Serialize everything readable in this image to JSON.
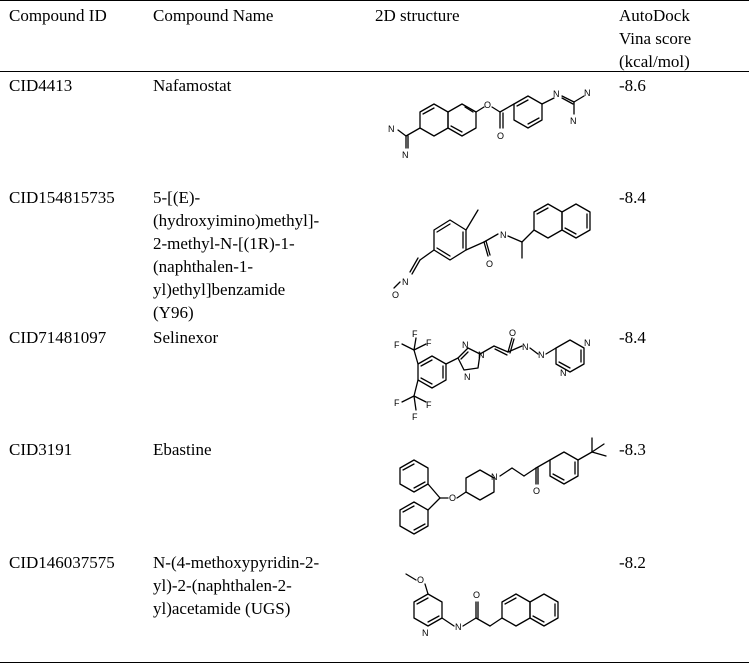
{
  "table": {
    "headers": {
      "compound_id": "Compound ID",
      "compound_name": "Compound Name",
      "structure": "2D structure",
      "score_lines": [
        "AutoDock",
        "Vina score",
        "(kcal/mol)"
      ]
    },
    "rows": [
      {
        "id": "CID4413",
        "name_lines": [
          "Nafamostat"
        ],
        "score": "-8.6",
        "structure_icon": "nafamostat-structure",
        "atom_labels": [
          "O",
          "O",
          "N",
          "N",
          "N",
          "N",
          "N"
        ]
      },
      {
        "id": "CID154815735",
        "name_lines": [
          "5-[(E)-",
          "(hydroxyimino)methyl]-",
          "2-methyl-N-[(1R)-1-",
          "(naphthalen-1-",
          "yl)ethyl]benzamide",
          "(Y96)"
        ],
        "score": "-8.4",
        "structure_icon": "y96-structure",
        "atom_labels": [
          "O",
          "N",
          "N",
          "O"
        ]
      },
      {
        "id": "CID71481097",
        "name_lines": [
          "Selinexor"
        ],
        "score": "-8.4",
        "structure_icon": "selinexor-structure",
        "atom_labels": [
          "F",
          "F",
          "F",
          "F",
          "F",
          "F",
          "N",
          "N",
          "N",
          "O",
          "N",
          "N",
          "N",
          "N"
        ]
      },
      {
        "id": "CID3191",
        "name_lines": [
          "Ebastine"
        ],
        "score": "-8.3",
        "structure_icon": "ebastine-structure",
        "atom_labels": [
          "O",
          "N",
          "O"
        ]
      },
      {
        "id": "CID146037575",
        "name_lines": [
          "N-(4-methoxypyridin-2-",
          "yl)-2-(naphthalen-2-",
          "yl)acetamide (UGS)"
        ],
        "score": "-8.2",
        "structure_icon": "ugs-structure",
        "atom_labels": [
          "O",
          "N",
          "N",
          "O"
        ]
      }
    ]
  }
}
